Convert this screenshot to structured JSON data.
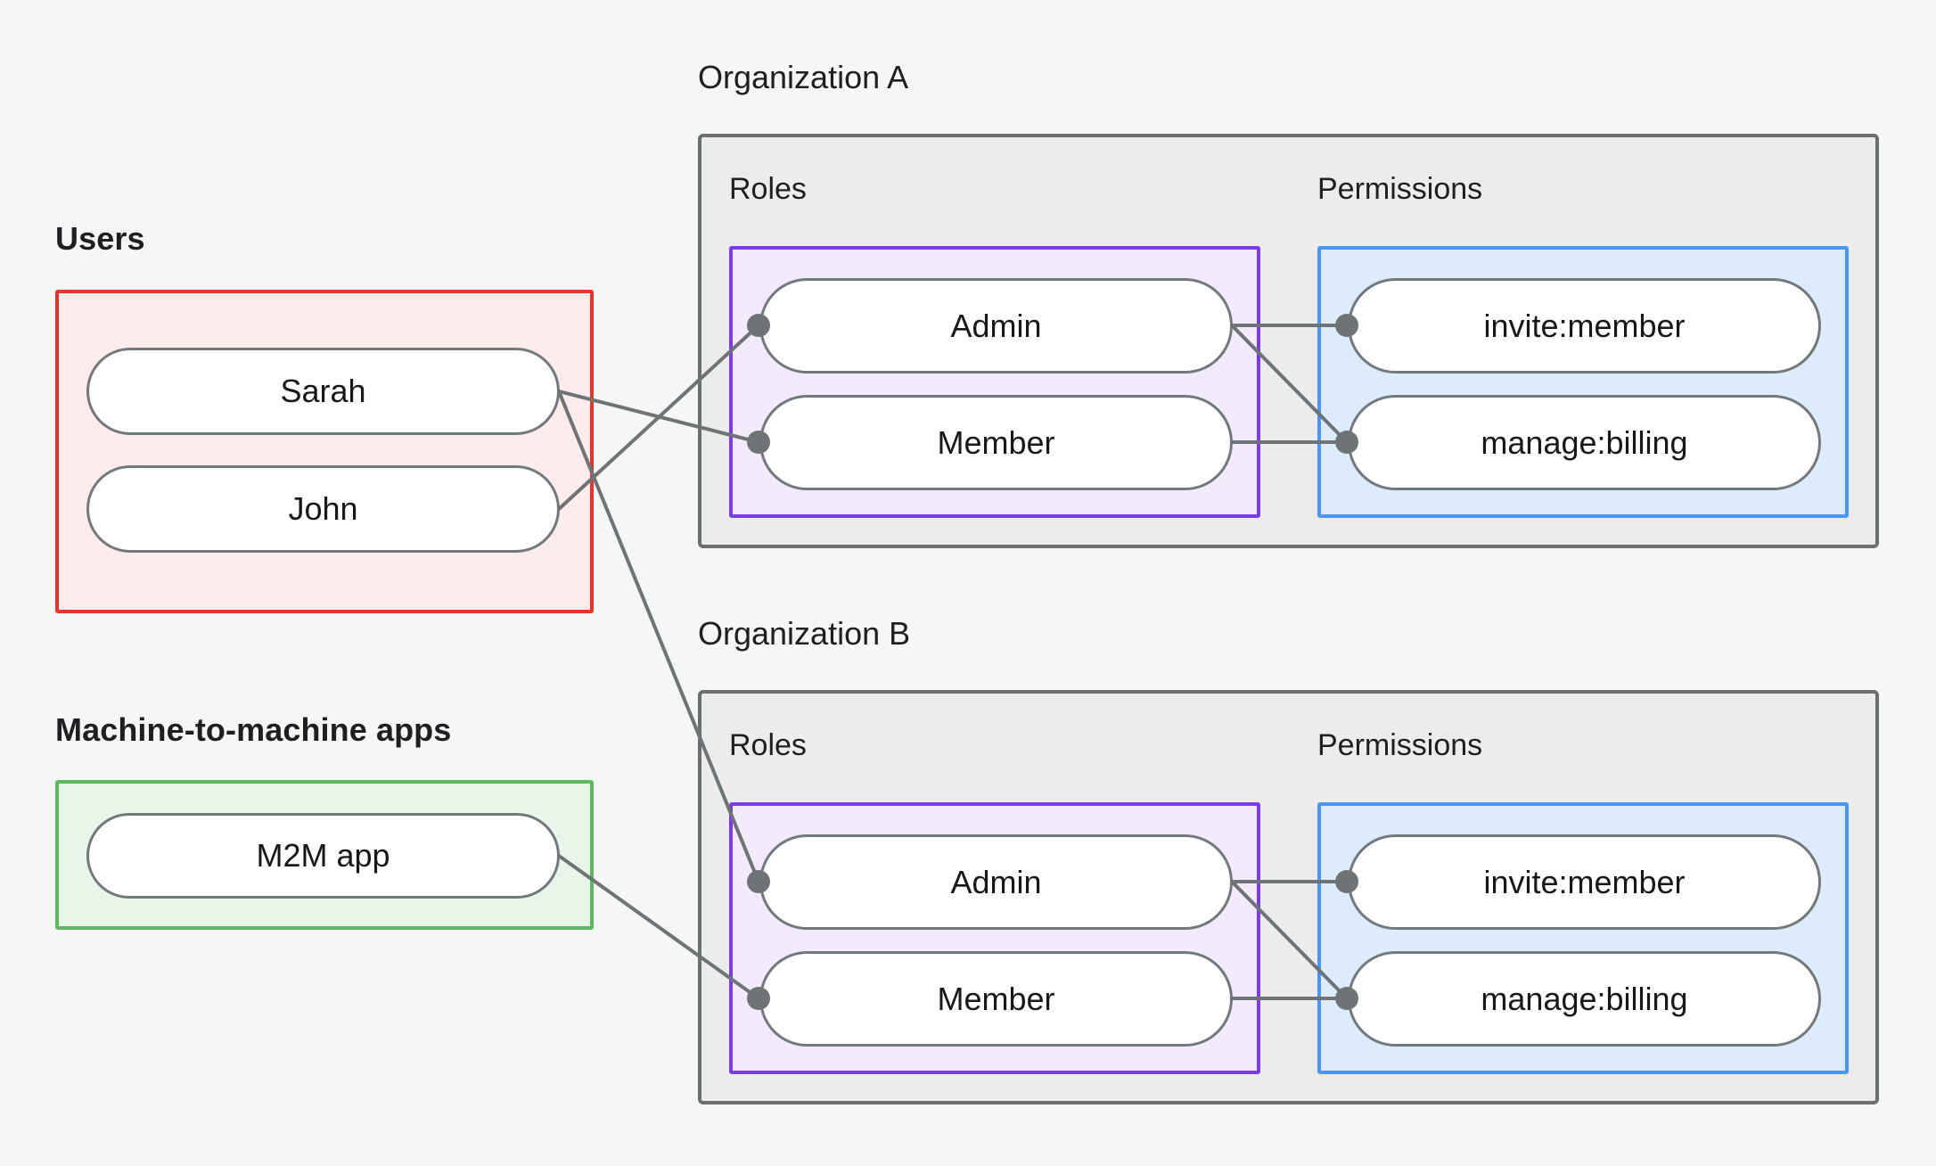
{
  "diagram": {
    "title_visible": false,
    "background_color": "#f4f7f6"
  },
  "colors": {
    "users_border": "#e8342a",
    "users_fill": "#fdeceb",
    "m2m_border": "#5cb85f",
    "m2m_fill": "#e8f6ea",
    "org_border": "#6c6f70",
    "org_fill": "#ececec",
    "roles_border": "#7c3aed",
    "roles_fill": "#f3eafd",
    "permissions_border": "#4a95f5",
    "permissions_fill": "#ddecfd",
    "node_border": "#71797c",
    "node_fill": "#ffffff",
    "edge": "#6e7375",
    "text": "#1d1f22"
  },
  "groups": {
    "users": {
      "label": "Users",
      "nodes": [
        {
          "label": "Sarah"
        },
        {
          "label": "John"
        }
      ]
    },
    "m2m": {
      "label": "Machine-to-machine apps",
      "nodes": [
        {
          "label": "M2M app"
        }
      ]
    }
  },
  "organizations": [
    {
      "label": "Organization A",
      "roles": {
        "label": "Roles",
        "nodes": [
          {
            "label": "Admin"
          },
          {
            "label": "Member"
          }
        ]
      },
      "permissions": {
        "label": "Permissions",
        "nodes": [
          {
            "label": "invite:member"
          },
          {
            "label": "manage:billing"
          }
        ]
      }
    },
    {
      "label": "Organization B",
      "roles": {
        "label": "Roles",
        "nodes": [
          {
            "label": "Admin"
          },
          {
            "label": "Member"
          }
        ]
      },
      "permissions": {
        "label": "Permissions",
        "nodes": [
          {
            "label": "invite:member"
          },
          {
            "label": "manage:billing"
          }
        ]
      }
    }
  ],
  "edges": [
    {
      "from": "Sarah",
      "to": "Organization A / Member"
    },
    {
      "from": "Sarah",
      "to": "Organization B / Admin"
    },
    {
      "from": "John",
      "to": "Organization A / Admin"
    },
    {
      "from": "M2M app",
      "to": "Organization B / Member"
    },
    {
      "from": "Organization A / Admin",
      "to": "Organization A / invite:member"
    },
    {
      "from": "Organization A / Admin",
      "to": "Organization A / manage:billing"
    },
    {
      "from": "Organization A / Member",
      "to": "Organization A / manage:billing"
    },
    {
      "from": "Organization B / Admin",
      "to": "Organization B / invite:member"
    },
    {
      "from": "Organization B / Admin",
      "to": "Organization B / manage:billing"
    },
    {
      "from": "Organization B / Member",
      "to": "Organization B / manage:billing"
    }
  ]
}
